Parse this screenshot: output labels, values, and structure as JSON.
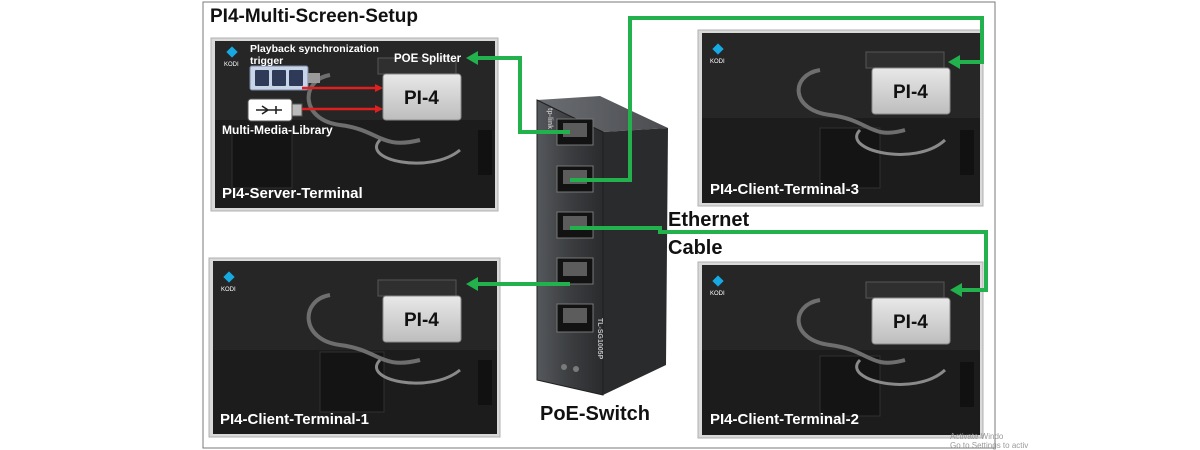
{
  "title": "PI4-Multi-Screen-Setup",
  "colors": {
    "cable": "#22b14c",
    "usb_signal": "#e0201f",
    "panel_dark": "#2b2b2b",
    "switch_body": "#3d3f42"
  },
  "terminals": [
    {
      "label": "PI4-Server-Terminal",
      "pi_label": "PI-4",
      "logo_text": "KODI"
    },
    {
      "label": "PI4-Client-Terminal-3",
      "pi_label": "PI-4",
      "logo_text": "KODI"
    },
    {
      "label": "PI4-Client-Terminal-1",
      "pi_label": "PI-4",
      "logo_text": "KODI"
    },
    {
      "label": "PI4-Client-Terminal-2",
      "pi_label": "PI-4",
      "logo_text": "KODI"
    }
  ],
  "annotations": {
    "poe_splitter": "POE Splitter",
    "playback_trigger_line1": "Playback synchronization",
    "playback_trigger_line2": "trigger",
    "media_library": "Multi-Media-Library",
    "ethernet_line1": "Ethernet",
    "ethernet_line2": "Cable"
  },
  "switch": {
    "label": "PoE-Switch",
    "brand": "tp-link",
    "model": "TL-SG1005P"
  },
  "watermark": {
    "line1": "Activate Windo",
    "line2": "Go to Settings to activ"
  }
}
